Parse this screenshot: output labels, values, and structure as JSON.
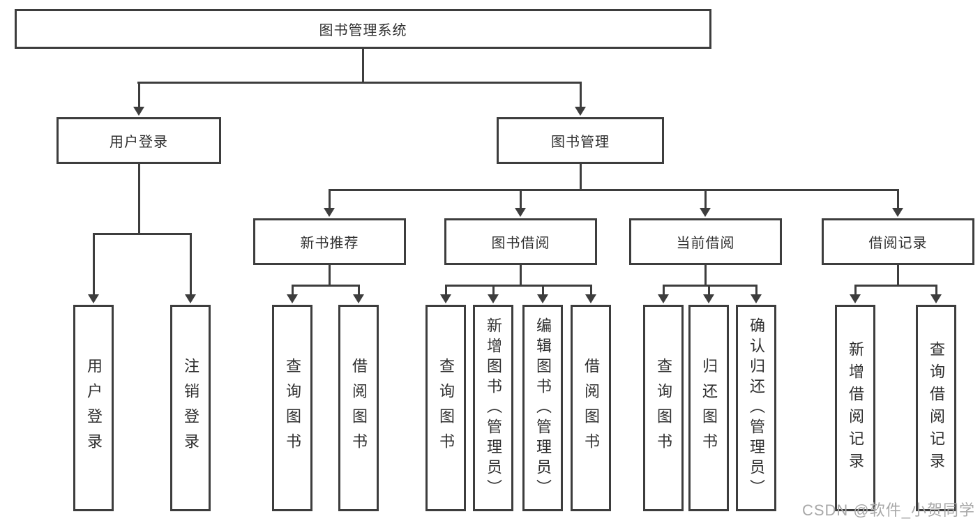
{
  "tree": {
    "root": "图书管理系统",
    "branches": [
      {
        "label": "用户登录",
        "children": [
          "用户登录",
          "注销登录"
        ]
      },
      {
        "label": "图书管理",
        "sections": [
          {
            "label": "新书推荐",
            "children": [
              "查询图书",
              "借阅图书"
            ]
          },
          {
            "label": "图书借阅",
            "children": [
              "查询图书",
              "新增图书（管理员）",
              "编辑图书（管理员）",
              "借阅图书"
            ]
          },
          {
            "label": "当前借阅",
            "children": [
              "查询图书",
              "归还图书",
              "确认归还（管理员）"
            ]
          },
          {
            "label": "借阅记录",
            "children": [
              "新增借阅记录",
              "查询借阅记录"
            ]
          }
        ]
      }
    ]
  },
  "watermark": {
    "text": "CSDN @软件_小贺同学"
  },
  "colors": {
    "line": "#3d3d3d",
    "text": "#2f2f2f",
    "watermark": "#a8a8a8",
    "background": "#ffffff"
  }
}
